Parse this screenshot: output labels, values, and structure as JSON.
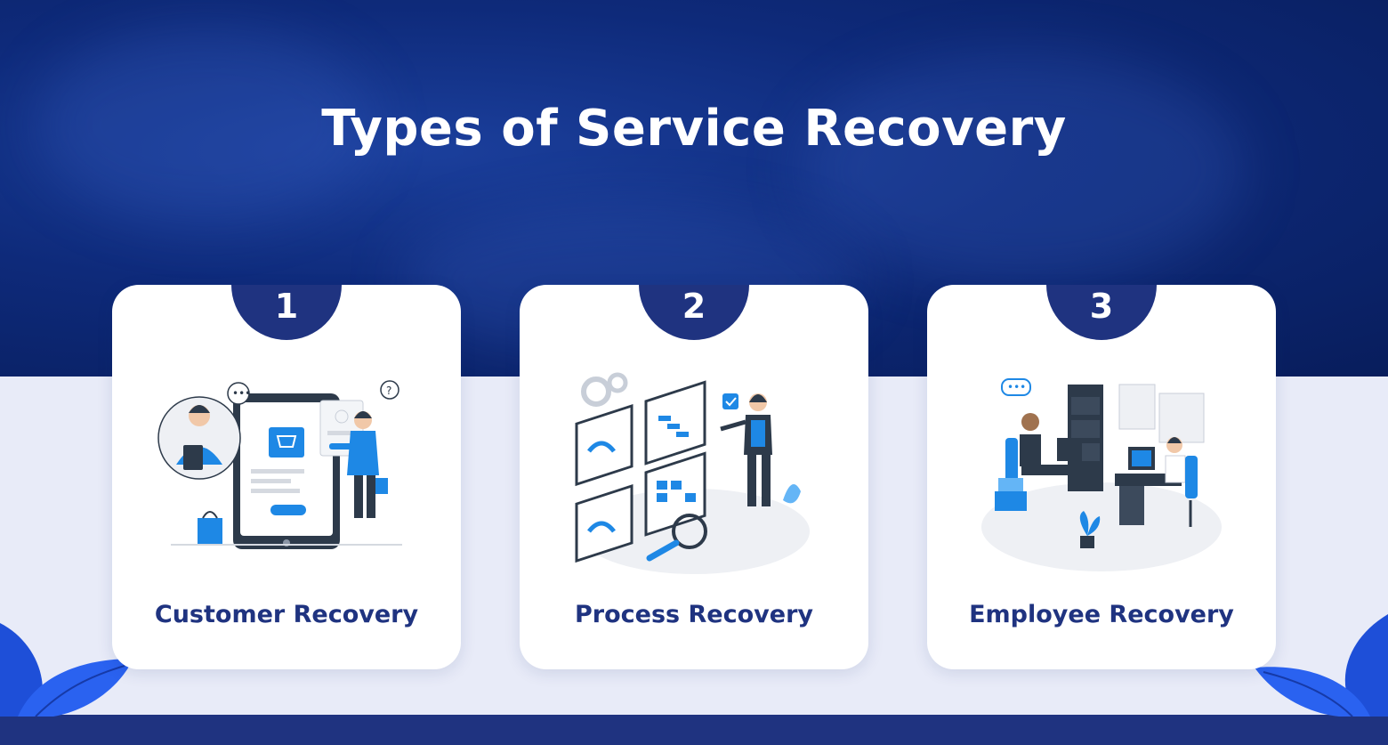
{
  "header": {
    "title": "Types of Service Recovery"
  },
  "colors": {
    "navy": "#1f3380",
    "blue": "#1e88e5",
    "background": "#e8ebf8"
  },
  "cards": [
    {
      "number": "1",
      "label": "Customer Recovery",
      "illustration": "customer-support-icon"
    },
    {
      "number": "2",
      "label": "Process Recovery",
      "illustration": "process-board-icon"
    },
    {
      "number": "3",
      "label": "Employee Recovery",
      "illustration": "office-workers-icon"
    }
  ]
}
